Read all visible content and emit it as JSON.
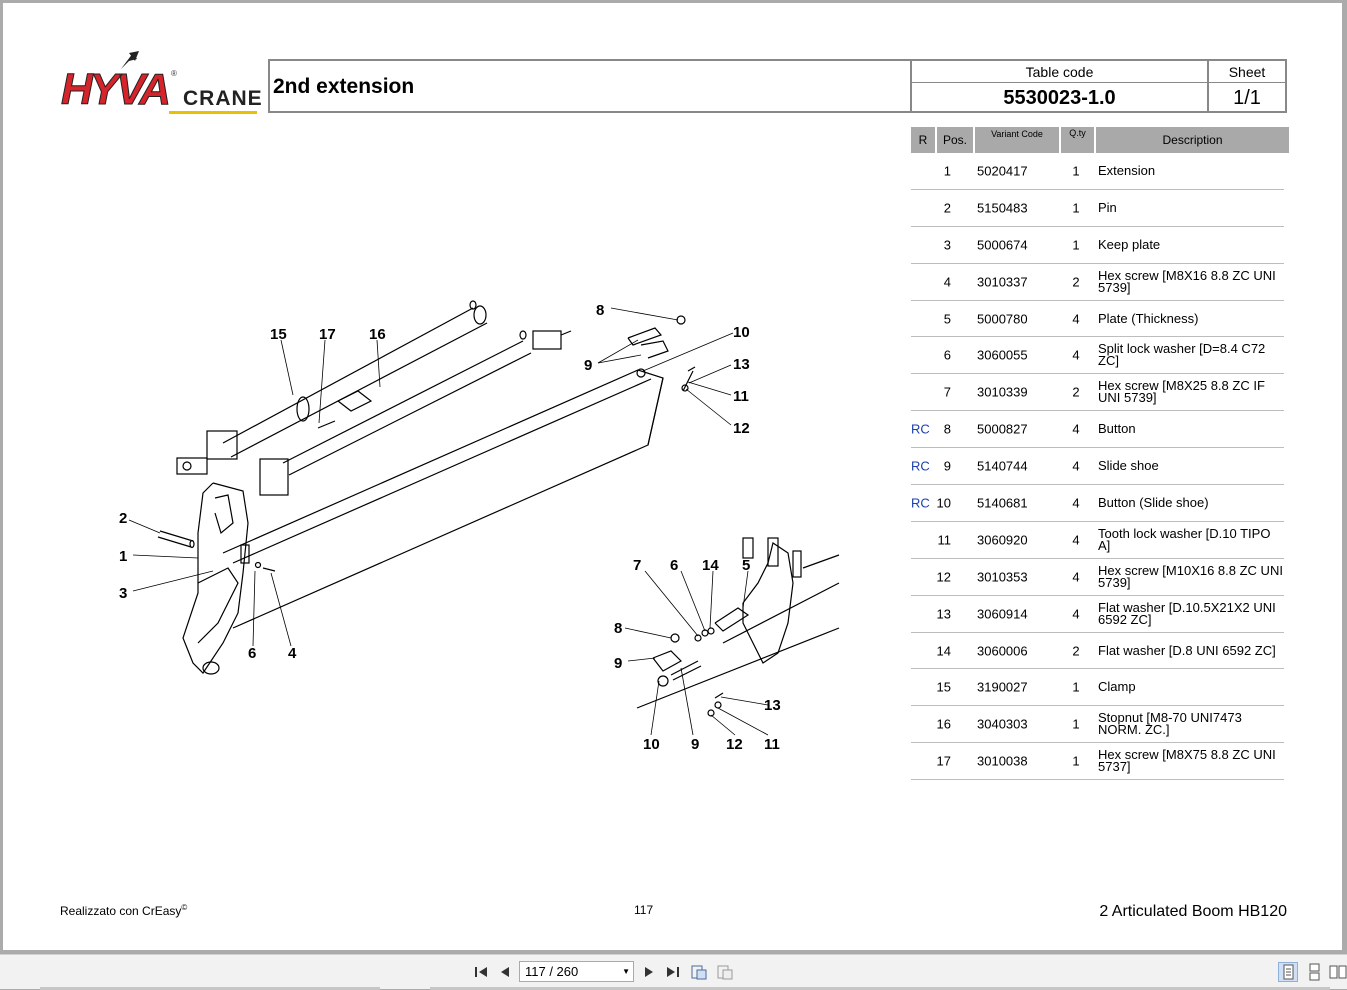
{
  "document": {
    "logo": {
      "brand": "HYVA",
      "reg": "®",
      "sub": "CRANE"
    },
    "title": "2nd extension",
    "table_code_label": "Table code",
    "table_code": "5530023-1.0",
    "sheet_label": "Sheet",
    "sheet": "1/1"
  },
  "parts_table": {
    "headers": {
      "r": "R",
      "pos": "Pos.",
      "variant_code": "Variant Code",
      "qty": "Q.ty",
      "description": "Description"
    },
    "rows": [
      {
        "r": "",
        "pos": "1",
        "code": "5020417",
        "qty": "1",
        "desc": "Extension"
      },
      {
        "r": "",
        "pos": "2",
        "code": "5150483",
        "qty": "1",
        "desc": "Pin"
      },
      {
        "r": "",
        "pos": "3",
        "code": "5000674",
        "qty": "1",
        "desc": "Keep plate"
      },
      {
        "r": "",
        "pos": "4",
        "code": "3010337",
        "qty": "2",
        "desc": "Hex screw  [M8X16 8.8 ZC UNI 5739]"
      },
      {
        "r": "",
        "pos": "5",
        "code": "5000780",
        "qty": "4",
        "desc": "Plate (Thickness)"
      },
      {
        "r": "",
        "pos": "6",
        "code": "3060055",
        "qty": "4",
        "desc": "Split lock washer  [D=8.4 C72 ZC]"
      },
      {
        "r": "",
        "pos": "7",
        "code": "3010339",
        "qty": "2",
        "desc": "Hex screw  [M8X25 8.8 ZC IF UNI 5739]"
      },
      {
        "r": "RC",
        "pos": "8",
        "code": "5000827",
        "qty": "4",
        "desc": "Button"
      },
      {
        "r": "RC",
        "pos": "9",
        "code": "5140744",
        "qty": "4",
        "desc": "Slide shoe"
      },
      {
        "r": "RC",
        "pos": "10",
        "code": "5140681",
        "qty": "4",
        "desc": "Button (Slide shoe)"
      },
      {
        "r": "",
        "pos": "11",
        "code": "3060920",
        "qty": "4",
        "desc": "Tooth lock washer  [D.10 TIPO A]"
      },
      {
        "r": "",
        "pos": "12",
        "code": "3010353",
        "qty": "4",
        "desc": "Hex screw  [M10X16 8.8 ZC UNI 5739]"
      },
      {
        "r": "",
        "pos": "13",
        "code": "3060914",
        "qty": "4",
        "desc": "Flat washer  [D.10.5X21X2 UNI 6592 ZC]"
      },
      {
        "r": "",
        "pos": "14",
        "code": "3060006",
        "qty": "2",
        "desc": "Flat washer  [D.8 UNI 6592 ZC]"
      },
      {
        "r": "",
        "pos": "15",
        "code": "3190027",
        "qty": "1",
        "desc": "Clamp"
      },
      {
        "r": "",
        "pos": "16",
        "code": "3040303",
        "qty": "1",
        "desc": "Stopnut  [M8-70 UNI7473 NORM. ZC.]"
      },
      {
        "r": "",
        "pos": "17",
        "code": "3010038",
        "qty": "1",
        "desc": "Hex screw  [M8X75 8.8 ZC UNI 5737]"
      }
    ]
  },
  "drawing": {
    "labels": {
      "l1": "1",
      "l2": "2",
      "l3": "3",
      "l4": "4",
      "l5": "5",
      "l6a": "6",
      "l6b": "6",
      "l7": "7",
      "l8a": "8",
      "l8b": "8",
      "l9a": "9",
      "l9b": "9",
      "l9c": "9",
      "l10a": "10",
      "l10b": "10",
      "l11a": "11",
      "l11b": "11",
      "l12a": "12",
      "l12b": "12",
      "l13a": "13",
      "l13b": "13",
      "l14": "14",
      "l15": "15",
      "l16": "16",
      "l17": "17"
    }
  },
  "footer": {
    "made_with": "Realizzato con CrEasy",
    "made_with_sup": "©",
    "page_number": "117",
    "manual_title": "2 Articulated Boom HB120"
  },
  "toolbar": {
    "page_indicator": "117 / 260",
    "icons": [
      "first-page-icon",
      "prev-page-icon",
      "next-page-icon",
      "last-page-icon",
      "fit-page-icon",
      "fit-width-icon",
      "single-page-view-icon",
      "continuous-view-icon",
      "two-page-view-icon"
    ]
  },
  "colors": {
    "logo_red": "#d6242b",
    "logo_yellow": "#e8c200",
    "rc_blue": "#1a3fb0",
    "header_gray": "#a9a9a9"
  }
}
